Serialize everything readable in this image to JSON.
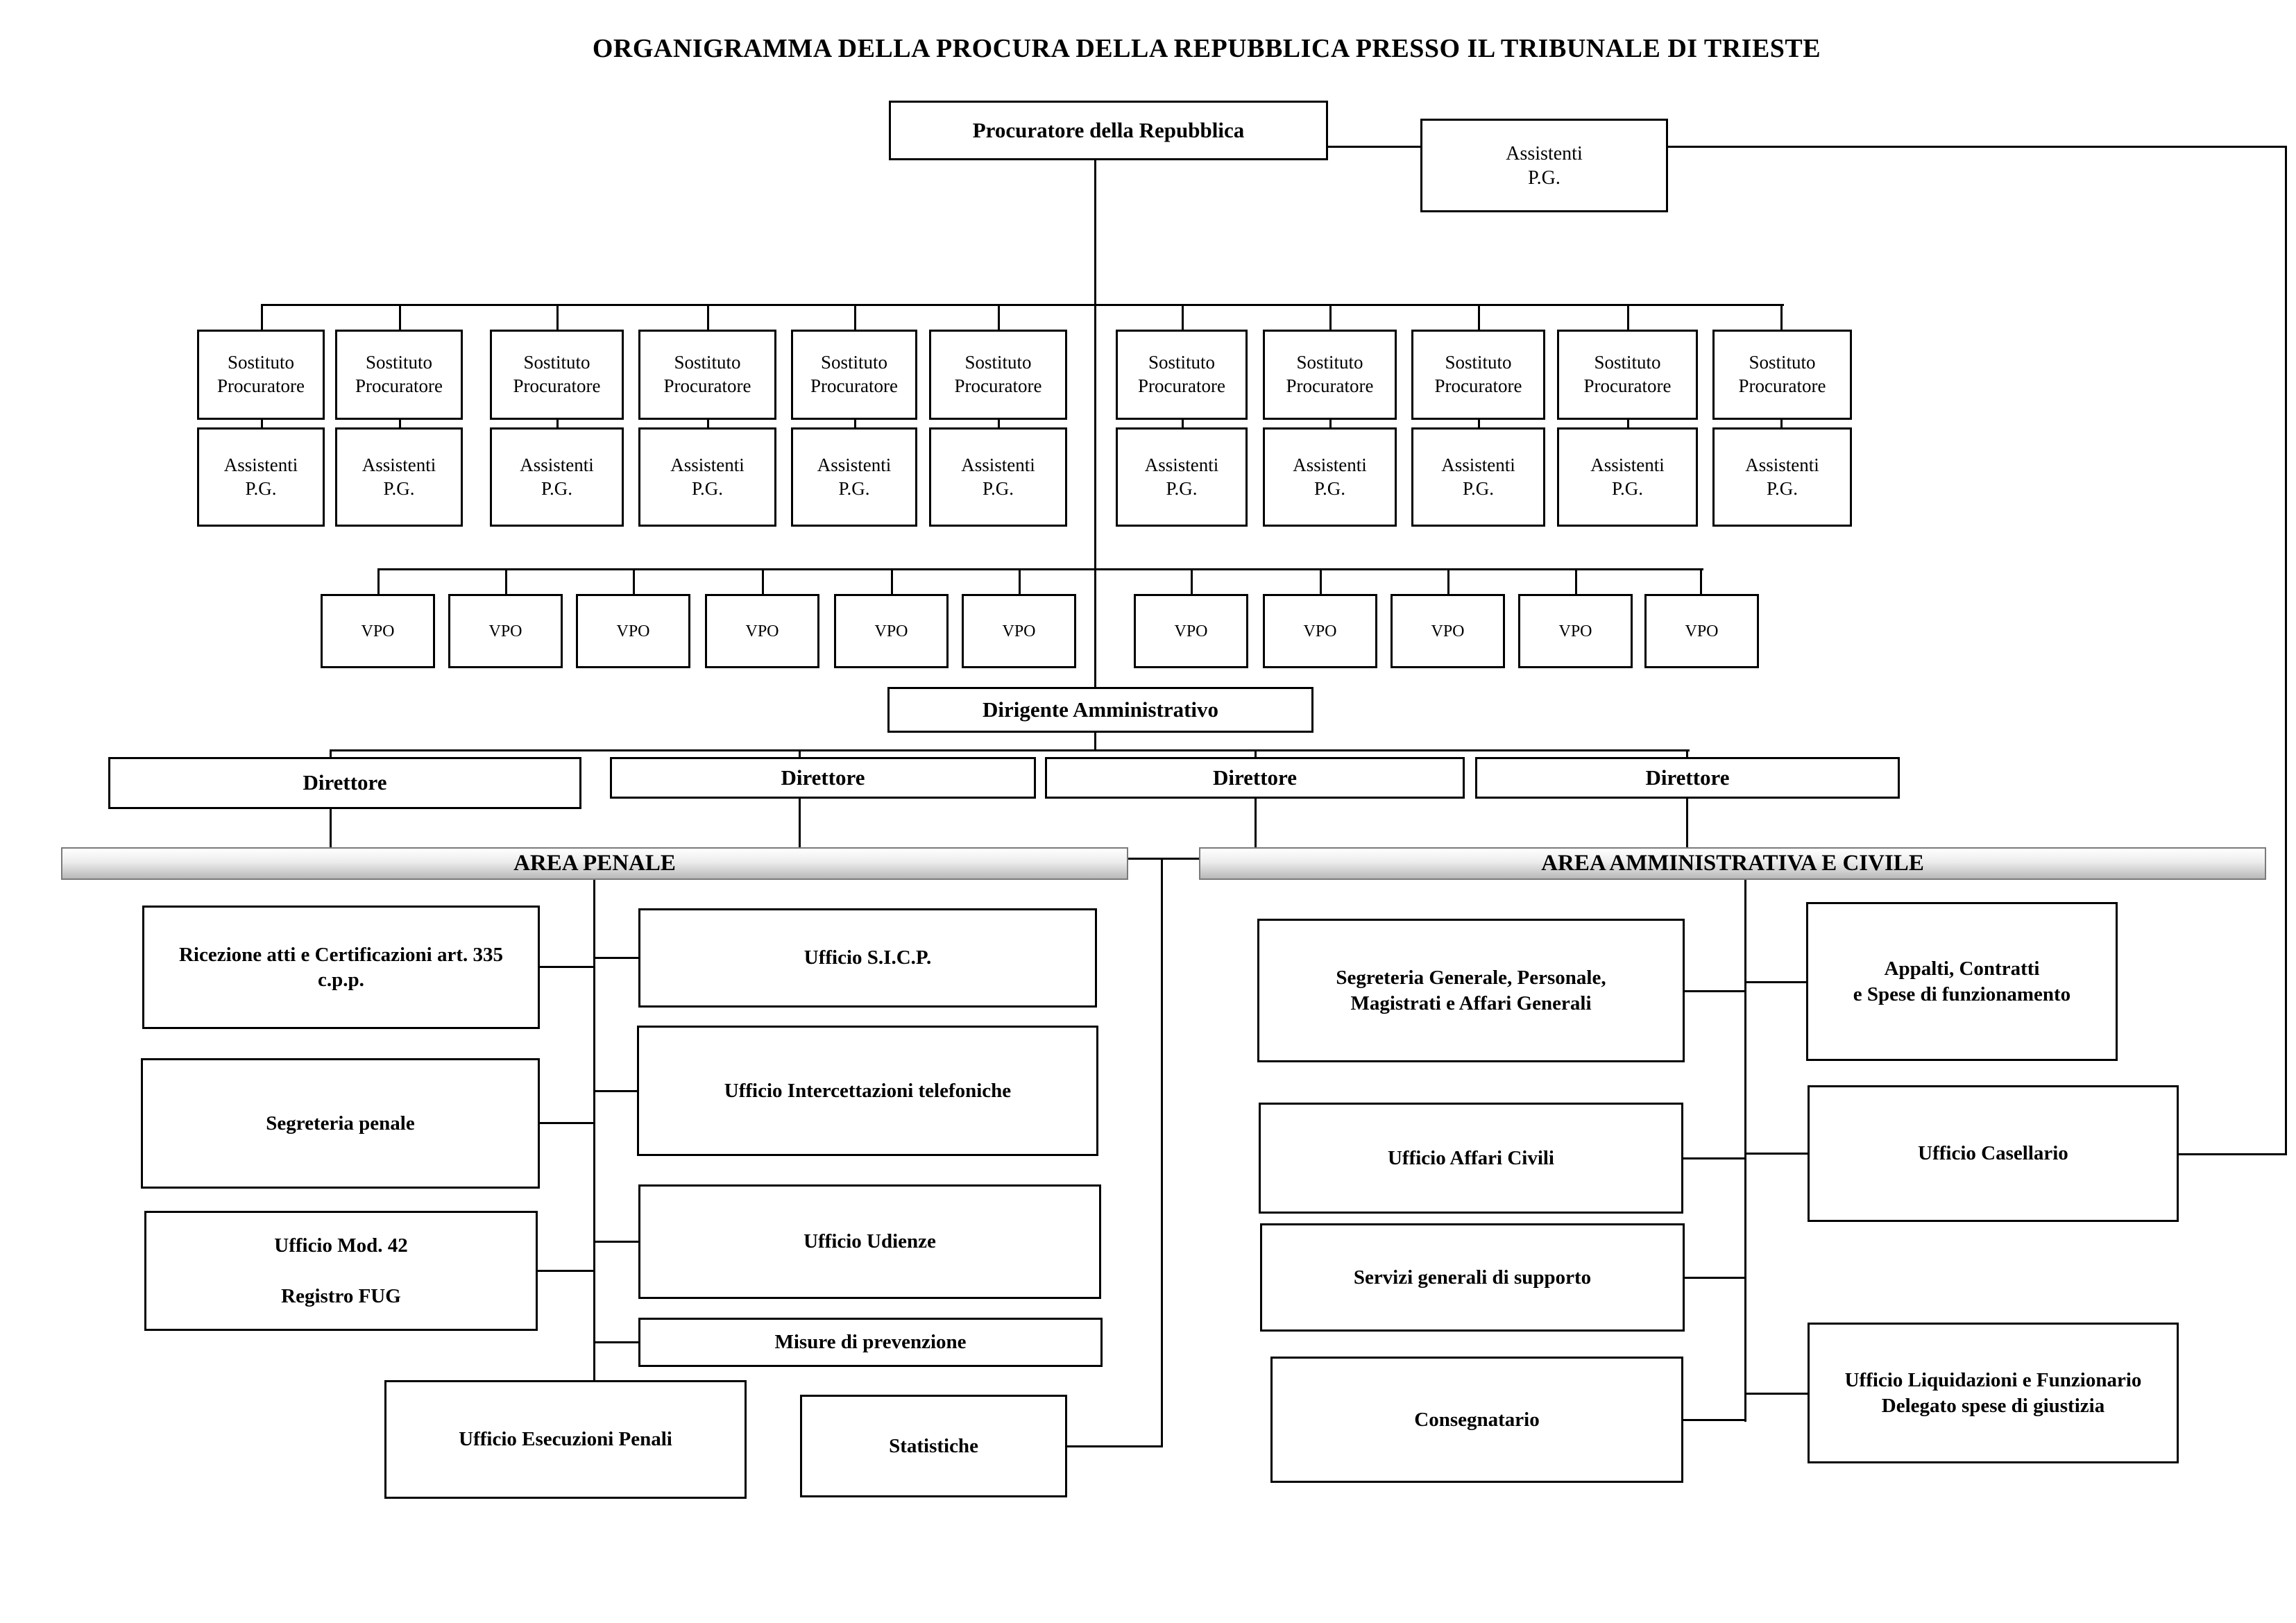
{
  "title": "ORGANIGRAMMA DELLA PROCURA DELLA REPUBBLICA PRESSO IL TRIBUNALE DI TRIESTE",
  "top": {
    "procuratore": "Procuratore della Repubblica",
    "assistenti_pg": "Assistenti\nP.G."
  },
  "row": {
    "sostituto": "Sostituto\nProcuratore",
    "assistenti": "Assistenti\nP.G.",
    "vpo": "VPO"
  },
  "counts": {
    "sostituti": 11,
    "assistenti_pg": 11,
    "vpo": 11,
    "direttori": 4
  },
  "admin": {
    "dirigente": "Dirigente Amministrativo",
    "direttore": "Direttore"
  },
  "area_penale": {
    "header": "AREA PENALE",
    "ricezione": "Ricezione atti e Certificazioni art. 335\nc.p.p.",
    "segreteria_penale": "Segreteria penale",
    "ufficio_mod42": "Ufficio Mod. 42\n\nRegistro FUG",
    "esecuzioni": "Ufficio Esecuzioni Penali",
    "sicp": "Ufficio S.I.C.P.",
    "intercettazioni": "Ufficio Intercettazioni telefoniche",
    "udienze": "Ufficio Udienze",
    "misure": "Misure di prevenzione",
    "statistiche": "Statistiche"
  },
  "area_amministrativa": {
    "header": "AREA AMMINISTRATIVA E CIVILE",
    "segreteria_generale": "Segreteria Generale, Personale,\nMagistrati e Affari Generali",
    "affari_civili": "Ufficio Affari Civili",
    "servizi_supporto": "Servizi generali di supporto",
    "consegnatario": "Consegnatario",
    "appalti": "Appalti, Contratti\ne Spese di funzionamento",
    "casellario": "Ufficio Casellario",
    "liquidazioni": "Ufficio Liquidazioni e Funzionario\nDelegato spese di giustizia"
  },
  "colors": {
    "line": "#000000",
    "bar_gradient_top": "#ffffff",
    "bar_gradient_bottom": "#b9b9b9"
  }
}
